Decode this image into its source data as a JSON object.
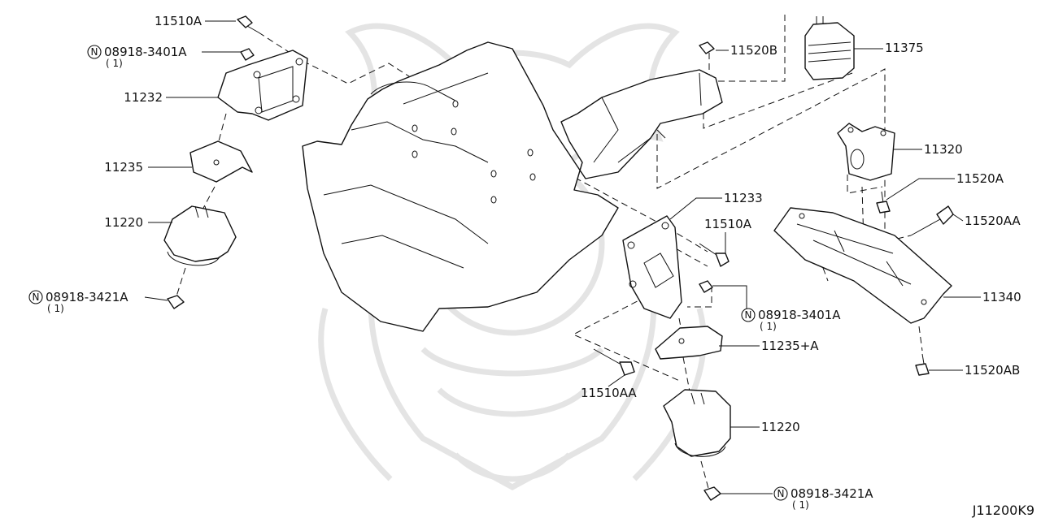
{
  "diagram_code": "J11200K9",
  "callouts": {
    "bolt_11510A_top": "11510A",
    "nut_08918_3401A_left": "08918-3401A",
    "nut_08918_3401A_left_qty": "( 1)",
    "bracket_11232": "11232",
    "insulator_11235": "11235",
    "mount_11220_left": "11220",
    "nut_08918_3421A_left": "08918-3421A",
    "nut_08918_3421A_left_qty": "( 1)",
    "nut_11520B": "11520B",
    "dynamic_damper_11375": "11375",
    "rear_mount_11320": "11320",
    "bolt_11520A": "11520A",
    "bolt_11520AA": "11520AA",
    "member_11340": "11340",
    "bolt_11520AB": "11520AB",
    "bracket_11233": "11233",
    "bolt_11510A_right": "11510A",
    "nut_08918_3401A_right": "08918-3401A",
    "nut_08918_3401A_right_qty": "( 1)",
    "insulator_11235A": "11235+A",
    "bolt_11510AA": "11510AA",
    "mount_11220_right": "11220",
    "nut_08918_3421A_right": "08918-3421A",
    "nut_08918_3421A_right_qty": "( 1)"
  },
  "symbols": {
    "nut_marker_letter": "N"
  }
}
